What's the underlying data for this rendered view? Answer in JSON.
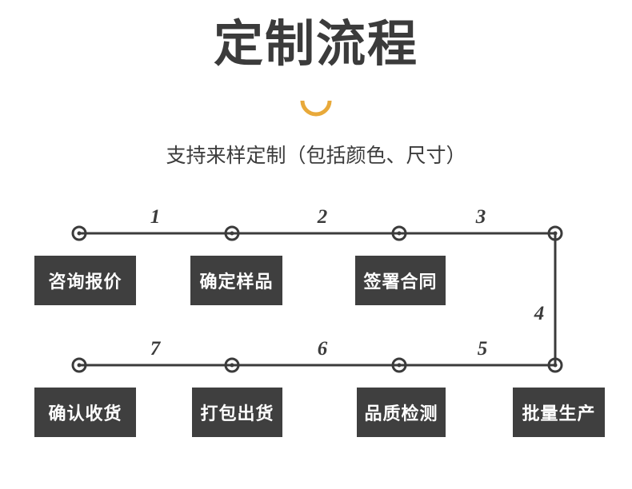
{
  "header": {
    "title": "定制流程",
    "subtitle": "支持来样定制（包括颜色、尺寸）",
    "accent_color": "#e8a93a",
    "box_color": "#3f3f3f",
    "text_color": "#3b3b3b"
  },
  "flow": {
    "numbers": [
      "1",
      "2",
      "3",
      "4",
      "5",
      "6",
      "7"
    ],
    "steps": [
      {
        "num": "1",
        "label": "咨询报价"
      },
      {
        "num": "2",
        "label": "确定样品"
      },
      {
        "num": "3",
        "label": "签署合同"
      },
      {
        "num": "4",
        "label": "批量生产"
      },
      {
        "num": "5",
        "label": "品质检测"
      },
      {
        "num": "6",
        "label": "打包出货"
      },
      {
        "num": "7",
        "label": "确认收货"
      }
    ]
  }
}
